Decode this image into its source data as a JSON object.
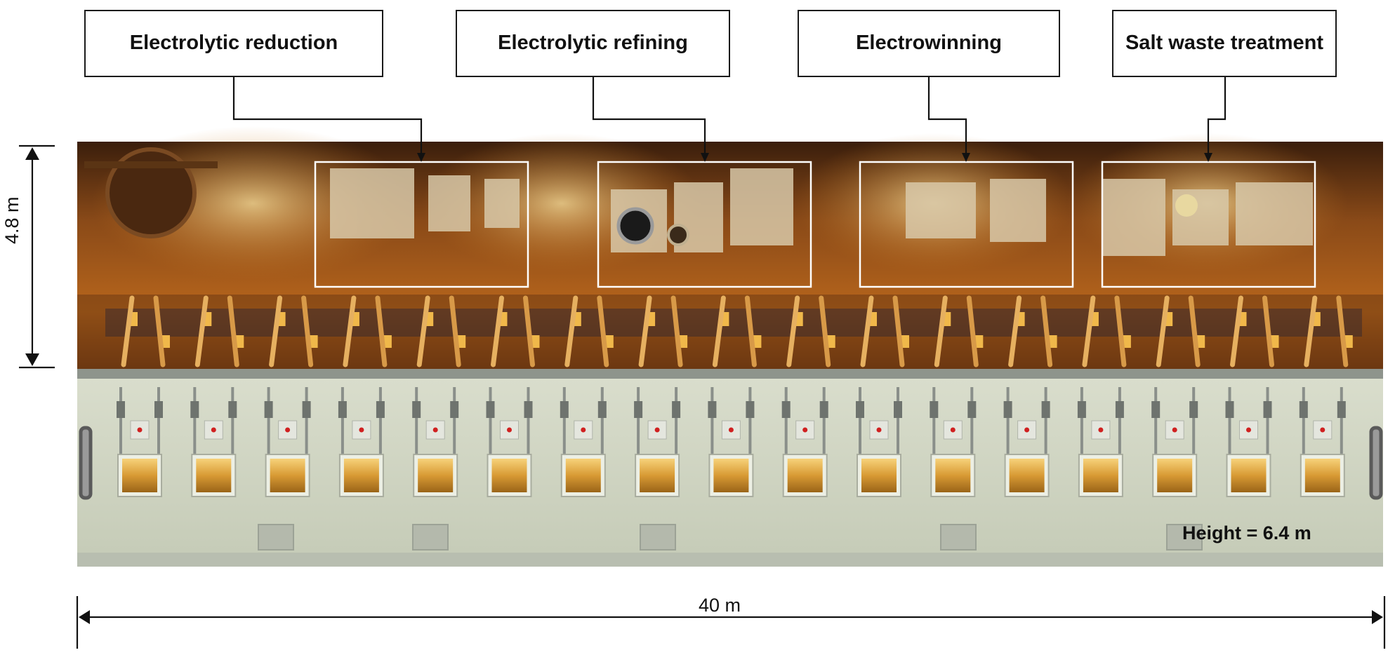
{
  "labels": {
    "electrolytic_reduction": "Electrolytic reduction",
    "electrolytic_refining": "Electrolytic refining",
    "electrowinning": "Electrowinning",
    "salt_waste_treatment": "Salt waste treatment"
  },
  "dimensions": {
    "vertical": "4.8 m",
    "horizontal": "40 m",
    "height_note": "Height = 6.4 m"
  },
  "colors": {
    "cell_interior_dark": "#3a1e0c",
    "cell_interior_warm": "#c9781f",
    "wall_panel": "#cfd4c2",
    "wall_trim": "#9aa09a",
    "window_glow": "#f0b84a",
    "highlight_box": "#ffffff"
  },
  "counts": {
    "manipulator_windows": 17
  }
}
